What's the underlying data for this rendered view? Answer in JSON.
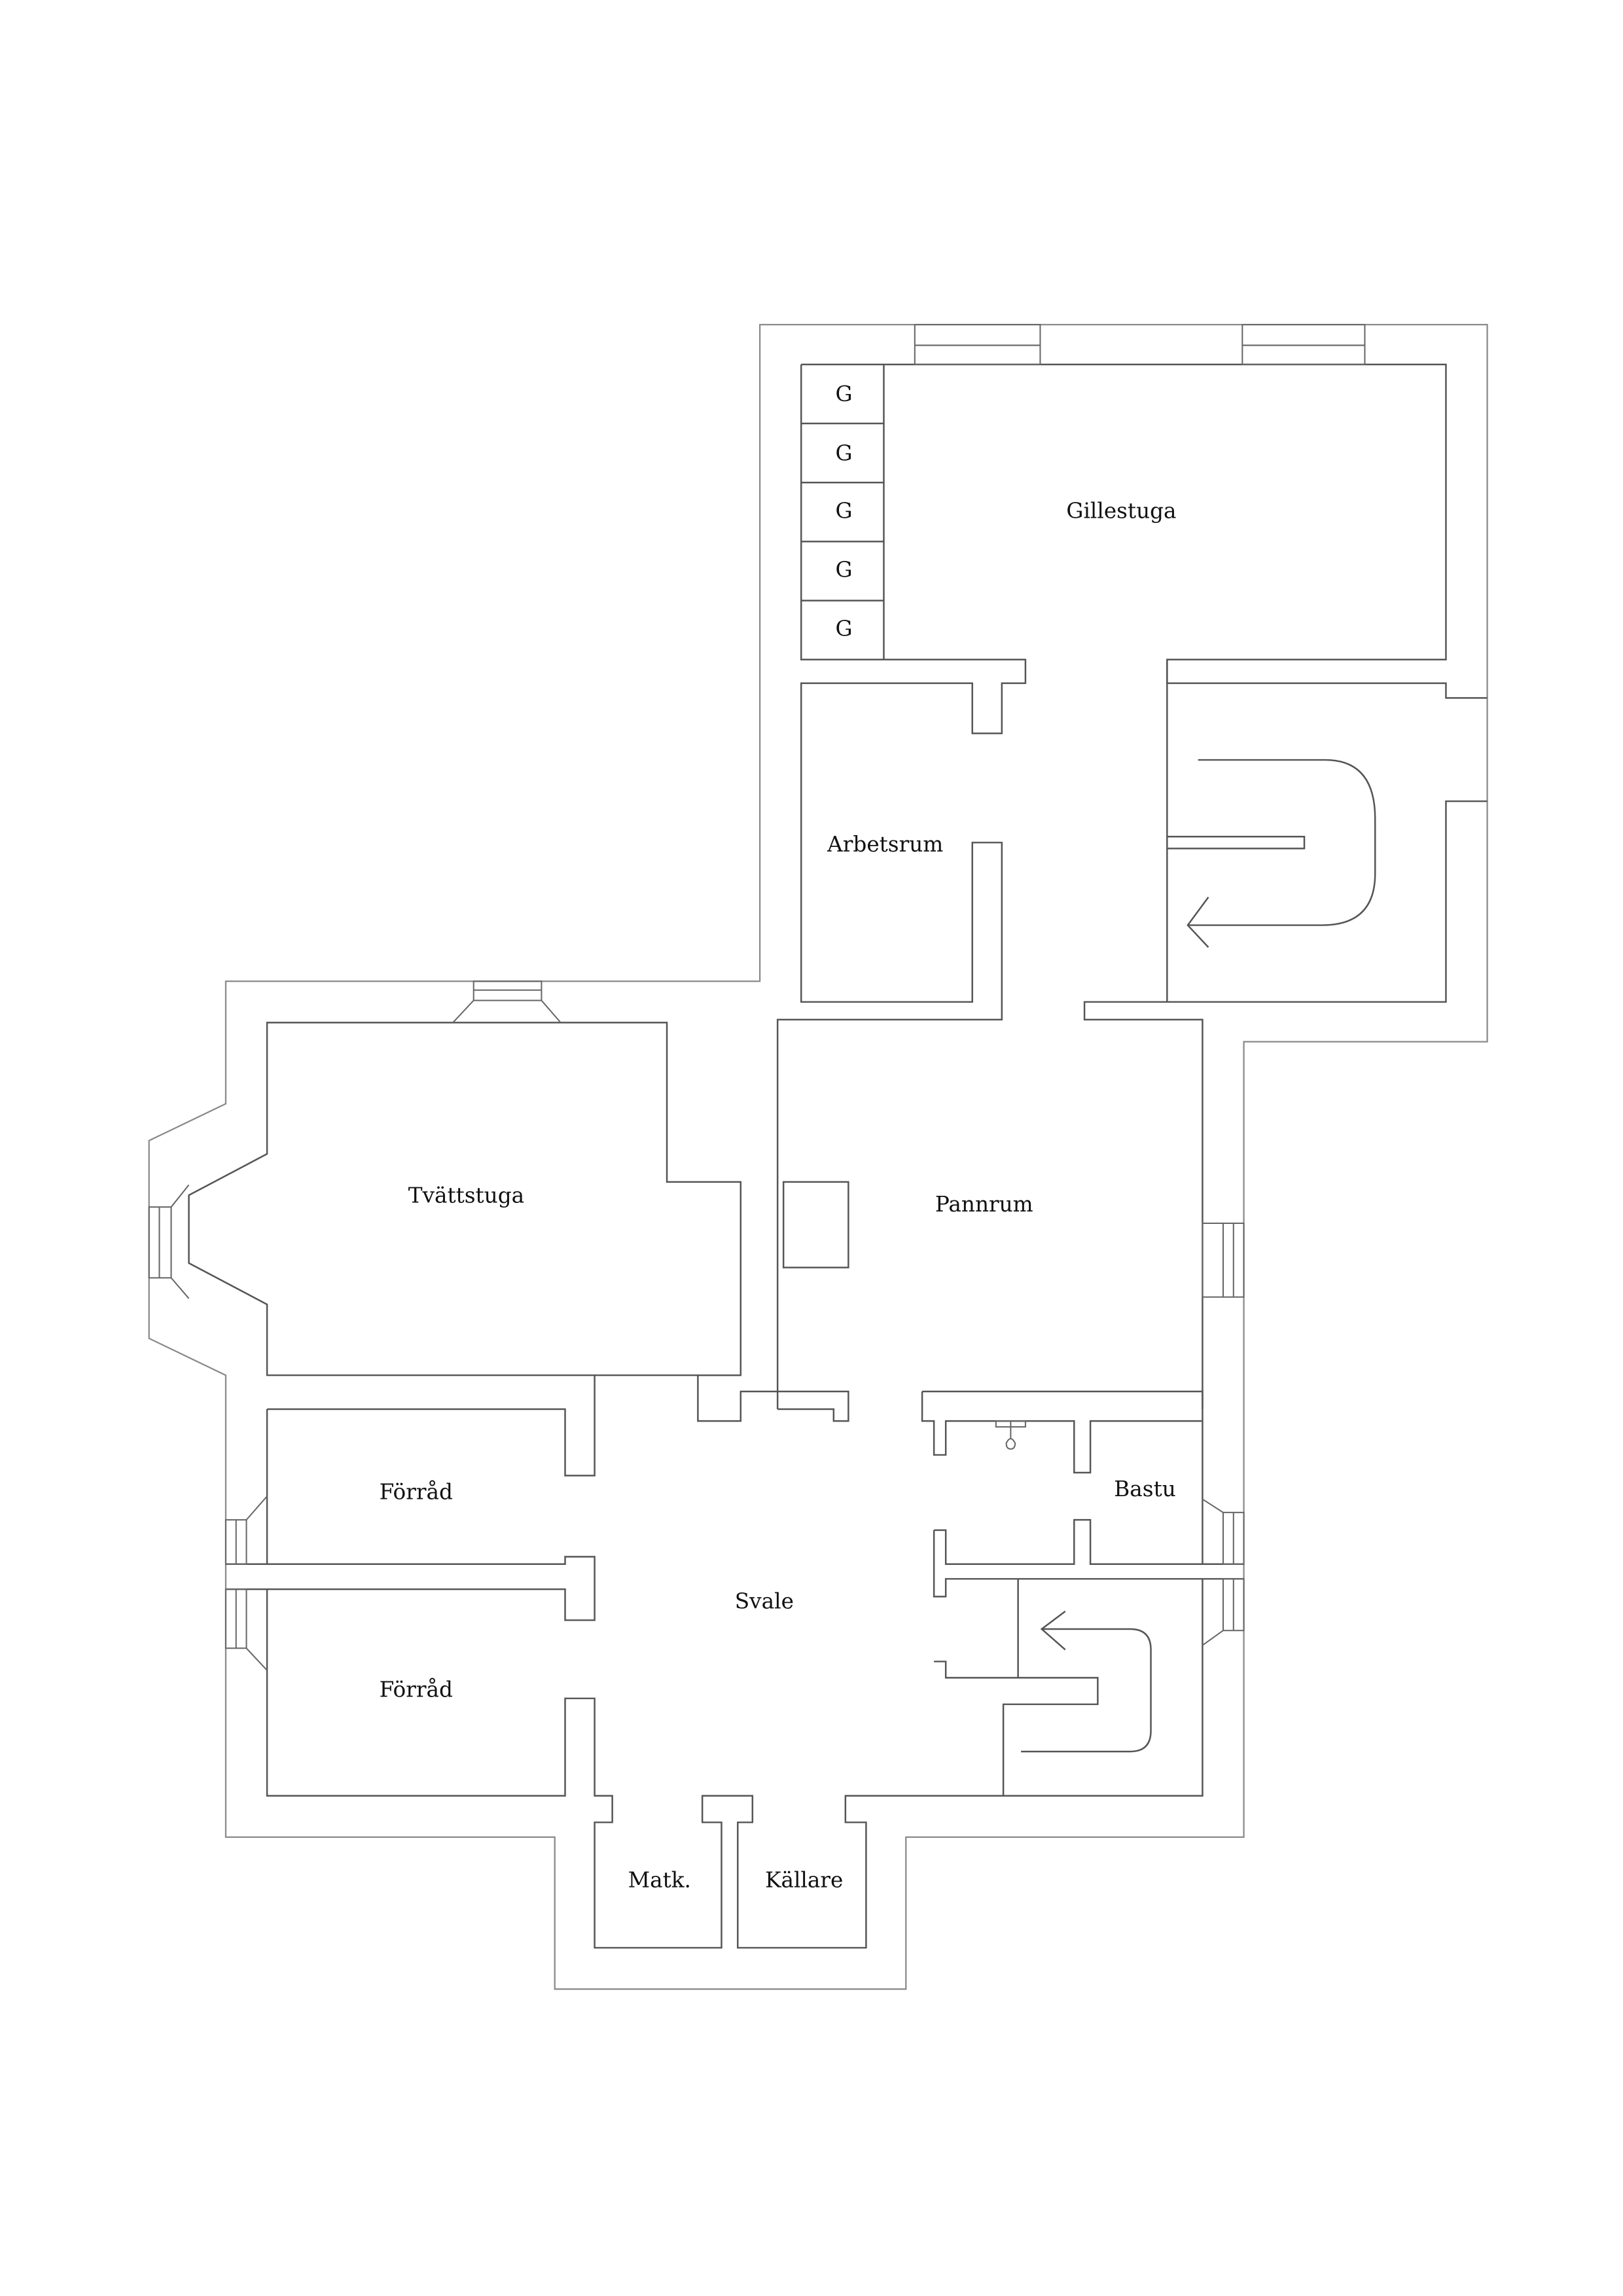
{
  "floor_plan": {
    "rooms": [
      {
        "id": "gillestuga",
        "label": "Gillestuga"
      },
      {
        "id": "arbetsrum",
        "label": "Arbetsrum"
      },
      {
        "id": "tvattstuga",
        "label": "Tvättstuga"
      },
      {
        "id": "pannrum",
        "label": "Pannrum"
      },
      {
        "id": "forrad1",
        "label": "Förråd"
      },
      {
        "id": "forrad2",
        "label": "Förråd"
      },
      {
        "id": "svale",
        "label": "Svale"
      },
      {
        "id": "bastu",
        "label": "Bastu"
      },
      {
        "id": "matk",
        "label": "Matk."
      },
      {
        "id": "kallare",
        "label": "Källare"
      }
    ],
    "lockers": [
      "G",
      "G",
      "G",
      "G",
      "G"
    ],
    "stairs": [
      {
        "id": "stair-upper",
        "icon": "stair-arrow-icon",
        "direction": "left"
      },
      {
        "id": "stair-lower",
        "icon": "stair-arrow-icon",
        "direction": "left"
      }
    ],
    "fixtures": [
      {
        "id": "shower",
        "icon": "shower-icon"
      },
      {
        "id": "boiler",
        "icon": "boiler-icon"
      }
    ],
    "colors": {
      "wall": "#555555",
      "outer": "#8a8a8a",
      "text": "#111111",
      "background": "#ffffff"
    }
  }
}
